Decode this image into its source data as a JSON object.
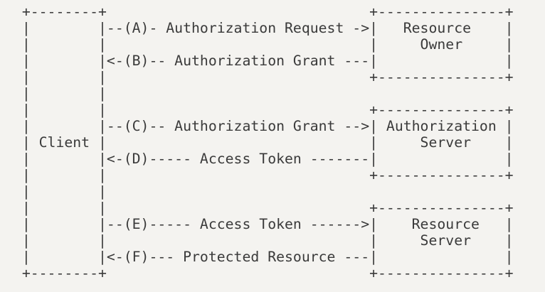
{
  "colors": {
    "background": "#f4f3f0",
    "text": "#3a3a3a"
  },
  "diagram": {
    "lines": [
      "  +--------+                               +---------------+",
      "  |        |--(A)- Authorization Request ->|   Resource    |",
      "  |        |                               |     Owner     |",
      "  |        |<-(B)-- Authorization Grant ---|               |",
      "  |        |                               +---------------+",
      "  |        |",
      "  |        |                               +---------------+",
      "  |        |--(C)-- Authorization Grant -->| Authorization |",
      "  | Client |                               |     Server    |",
      "  |        |<-(D)----- Access Token -------|               |",
      "  |        |                               +---------------+",
      "  |        |",
      "  |        |                               +---------------+",
      "  |        |--(E)----- Access Token ------>|    Resource   |",
      "  |        |                               |     Server    |",
      "  |        |<-(F)--- Protected Resource ---|               |",
      "  +--------+                               +---------------+"
    ],
    "entities": [
      {
        "label": "Client"
      },
      {
        "label": "Resource Owner"
      },
      {
        "label": "Authorization Server"
      },
      {
        "label": "Resource Server"
      }
    ],
    "flows": [
      {
        "step": "A",
        "label": "Authorization Request",
        "from": "Client",
        "to": "Resource Owner"
      },
      {
        "step": "B",
        "label": "Authorization Grant",
        "from": "Resource Owner",
        "to": "Client"
      },
      {
        "step": "C",
        "label": "Authorization Grant",
        "from": "Client",
        "to": "Authorization Server"
      },
      {
        "step": "D",
        "label": "Access Token",
        "from": "Authorization Server",
        "to": "Client"
      },
      {
        "step": "E",
        "label": "Access Token",
        "from": "Client",
        "to": "Resource Server"
      },
      {
        "step": "F",
        "label": "Protected Resource",
        "from": "Resource Server",
        "to": "Client"
      }
    ]
  }
}
